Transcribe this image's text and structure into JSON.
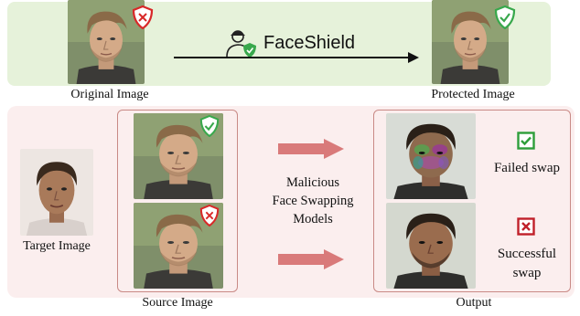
{
  "top": {
    "brand": "FaceShield",
    "original_label": "Original Image",
    "protected_label": "Protected Image"
  },
  "bottom": {
    "target_label": "Target Image",
    "source_label": "Source Image",
    "middle_lines": [
      "Malicious",
      "Face Swapping",
      "Models"
    ],
    "output_label": "Output",
    "results": [
      {
        "text_lines": [
          "Failed swap"
        ],
        "status": "check"
      },
      {
        "text_lines": [
          "Successful",
          "swap"
        ],
        "status": "cross"
      }
    ]
  },
  "colors": {
    "top_band": "#e6f2da",
    "bottom_band": "#fbeeee",
    "box_border": "#c98a86",
    "arrow": "#d97a7a",
    "shield_green": "#38a84c",
    "shield_red": "#d82828",
    "check_green": "#2e9e3a",
    "cross_red": "#c0202a"
  },
  "icons": [
    "shield-red-icon",
    "shield-green-icon",
    "user-shield-icon",
    "check-box-icon",
    "cross-box-icon"
  ]
}
